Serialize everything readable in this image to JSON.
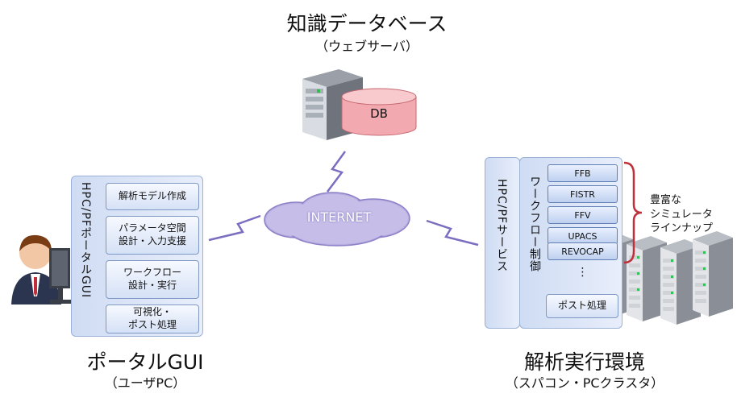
{
  "kb": {
    "title": "知識データベース",
    "subtitle": "（ウェブサーバ）",
    "db_label": "DB"
  },
  "internet": {
    "label": "INTERNET"
  },
  "portal": {
    "panel_label": "HPC/PFポータルGUI",
    "items": [
      "解析モデル作成",
      "パラメータ空間\n設計・入力支援",
      "ワークフロー\n設計・実行",
      "可視化・\nポスト処理"
    ],
    "title": "ポータルGUI",
    "subtitle": "（ユーザPC）"
  },
  "exec": {
    "service_label": "HPC/PFサービス",
    "workflow_label": "ワークフロー制御",
    "simulators": [
      "FFB",
      "FISTR",
      "FFV",
      "UPACS",
      "REVOCAP"
    ],
    "ellipsis": "⋮",
    "post": "ポスト処理",
    "note": [
      "豊富な",
      "シミュレータ",
      "ラインナップ"
    ],
    "title": "解析実行環境",
    "subtitle": "（スパコン・PCクラスタ）"
  },
  "colors": {
    "brace": "#c0303a",
    "cloud": "#b8aee0",
    "lightning": "#7a6ec0",
    "db": "#f3a9b0"
  }
}
